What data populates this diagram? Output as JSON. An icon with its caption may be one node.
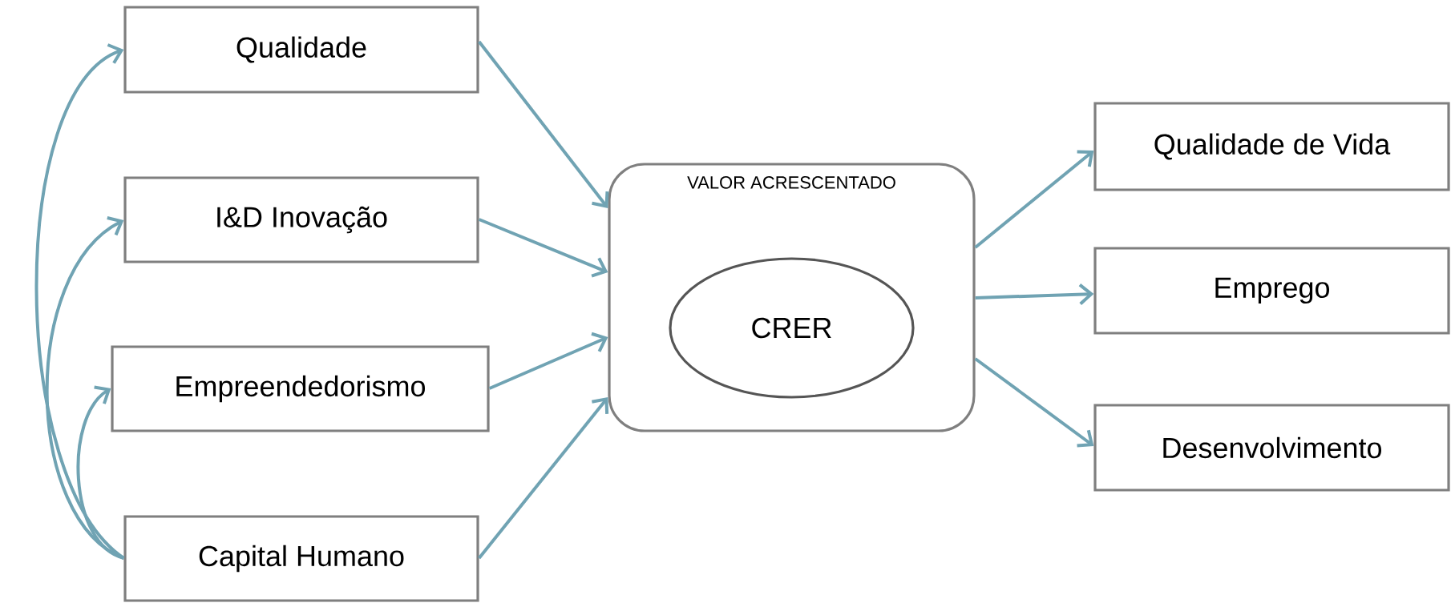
{
  "diagram": {
    "nodes": [
      {
        "text": [
          "Qualidade"
        ]
      },
      {
        "text": [
          "I&D Inovação"
        ]
      },
      {
        "text": [
          "Empreendedorismo"
        ]
      },
      {
        "text": [
          "Capital Humano"
        ]
      },
      {
        "text": [
          "VALOR ACRESCENTADO"
        ]
      },
      {
        "text": [
          "CRER"
        ],
        "in": 4
      },
      {
        "text": [
          "Qualidade de Vida"
        ]
      },
      {
        "text": [
          "Emprego"
        ]
      },
      {
        "text": [
          "Desenvolvimento"
        ]
      }
    ],
    "edges": [
      {
        "from": 0,
        "to": 4,
        "arrow": "to"
      },
      {
        "from": 1,
        "to": 4,
        "arrow": "to"
      },
      {
        "from": 2,
        "to": 4,
        "arrow": "to"
      },
      {
        "from": 3,
        "to": 4,
        "arrow": "to"
      },
      {
        "from": 4,
        "to": 6,
        "arrow": "to"
      },
      {
        "from": 4,
        "to": 7,
        "arrow": "to"
      },
      {
        "from": 4,
        "to": 8,
        "arrow": "to"
      },
      {
        "from": 3,
        "to": 0,
        "arrow": "to"
      },
      {
        "from": 3,
        "to": 1,
        "arrow": "to"
      },
      {
        "from": 3,
        "to": 2,
        "arrow": "to"
      }
    ]
  }
}
